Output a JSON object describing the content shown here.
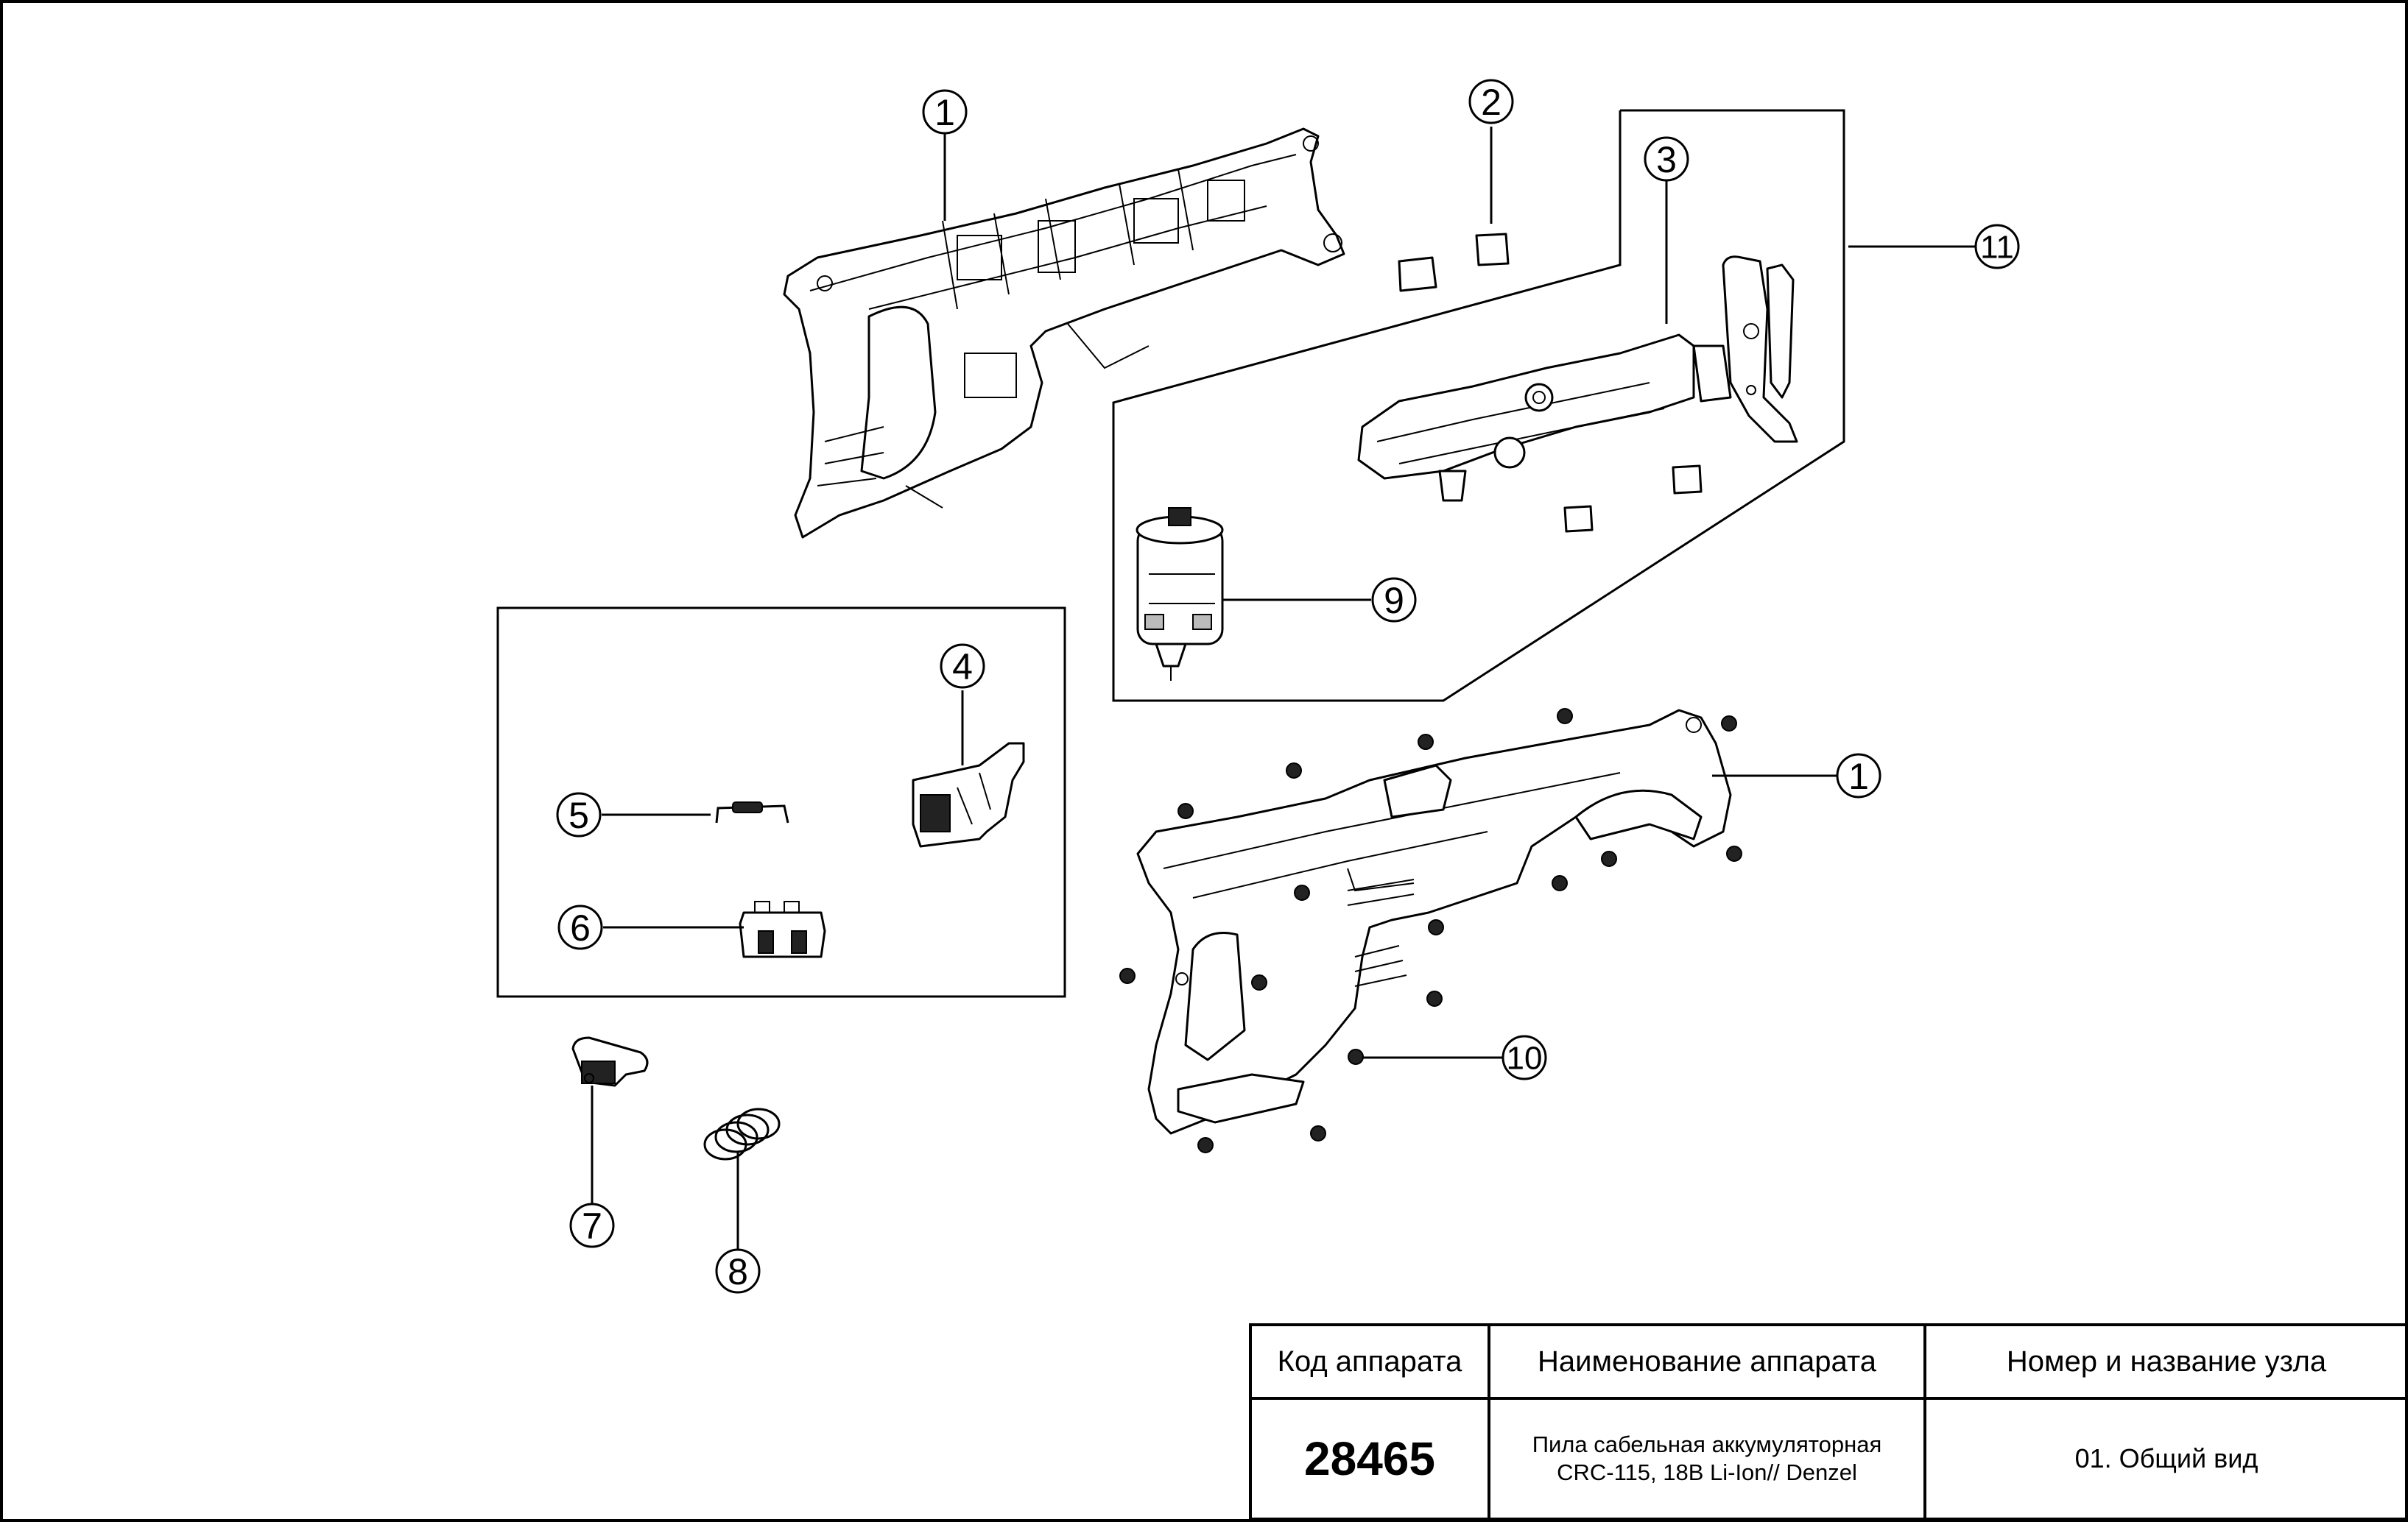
{
  "callouts": {
    "c1_top": "1",
    "c2": "2",
    "c3": "3",
    "c4": "4",
    "c5": "5",
    "c6": "6",
    "c7": "7",
    "c8": "8",
    "c9": "9",
    "c10": "10",
    "c11": "11",
    "c1_right": "1"
  },
  "title_block": {
    "code_header": "Код аппарата",
    "name_header": "Наименование аппарата",
    "node_header": "Номер и название узла",
    "code_value": "28465",
    "name_line1": "Пила сабельная аккумуляторная",
    "name_line2": "CRC-115,  18В Li-Ion// Denzel",
    "node_value": "01. Общий вид"
  }
}
